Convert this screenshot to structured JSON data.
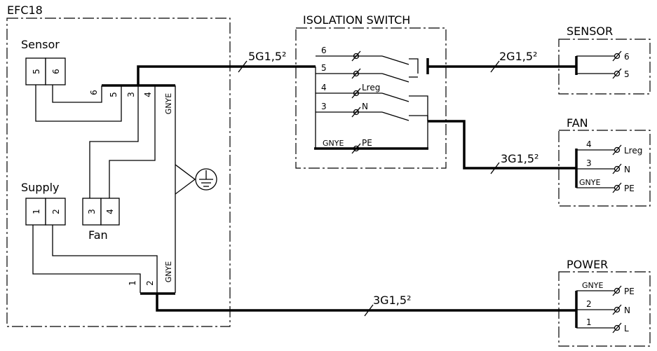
{
  "blocks": {
    "efc18": "EFC18",
    "isolation_switch": "ISOLATION  SWITCH",
    "sensor": "SENSOR",
    "fan": "FAN",
    "power": "POWER"
  },
  "efc18": {
    "sensor_label": "Sensor",
    "sensor_terms": [
      "5",
      "6"
    ],
    "supply_label": "Supply",
    "supply_terms": [
      "1",
      "2"
    ],
    "fan_label": "Fan",
    "fan_terms": [
      "3",
      "4"
    ],
    "top_bus_wires": [
      "6",
      "5",
      "3",
      "4",
      "GNYE"
    ],
    "bottom_wires": [
      "1",
      "2",
      "GNYE"
    ]
  },
  "cables": {
    "main": "5G1,5²",
    "sensor": "2G1,5²",
    "fan": "3G1,5²",
    "power": "3G1,5²"
  },
  "switch_terms": {
    "t6": "6",
    "t5": "5",
    "t4": "4",
    "t3": "3",
    "lreg": "Lreg",
    "n": "N",
    "gnye": "GNYE",
    "pe": "PE"
  },
  "sensor_terms": [
    "6",
    "5"
  ],
  "fan_wires": [
    "4",
    "3",
    "GNYE"
  ],
  "fan_terms": [
    "Lreg",
    "N",
    "PE"
  ],
  "power_wires": [
    "GNYE",
    "2",
    "1"
  ],
  "power_terms": [
    "PE",
    "N",
    "L"
  ]
}
